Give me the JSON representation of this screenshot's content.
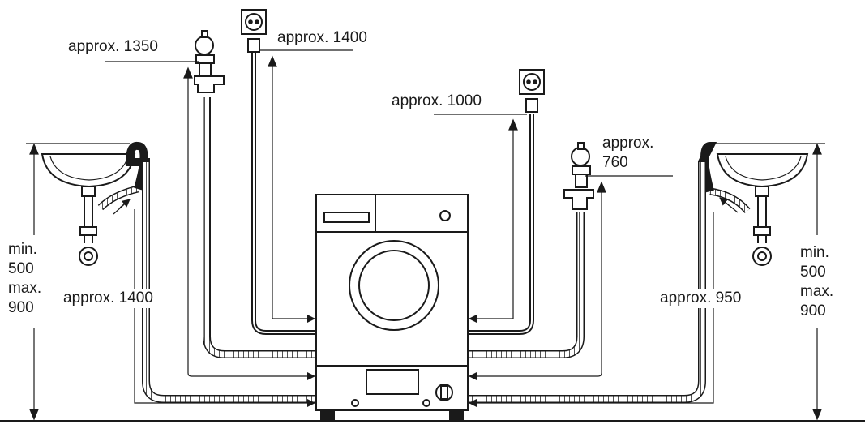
{
  "labels": {
    "tap_left": "approx. 1350",
    "socket_left": "approx. 1400",
    "socket_right": "approx. 1000",
    "tap_right_line1": "approx.",
    "tap_right_line2": "760",
    "drain_left": "approx. 1400",
    "drain_right": "approx. 950",
    "height_left": [
      "min.",
      "500",
      "max.",
      "900"
    ],
    "height_right": [
      "min.",
      "500",
      "max.",
      "900"
    ]
  },
  "colors": {
    "line": "#1a1a1a",
    "background": "#ffffff"
  }
}
